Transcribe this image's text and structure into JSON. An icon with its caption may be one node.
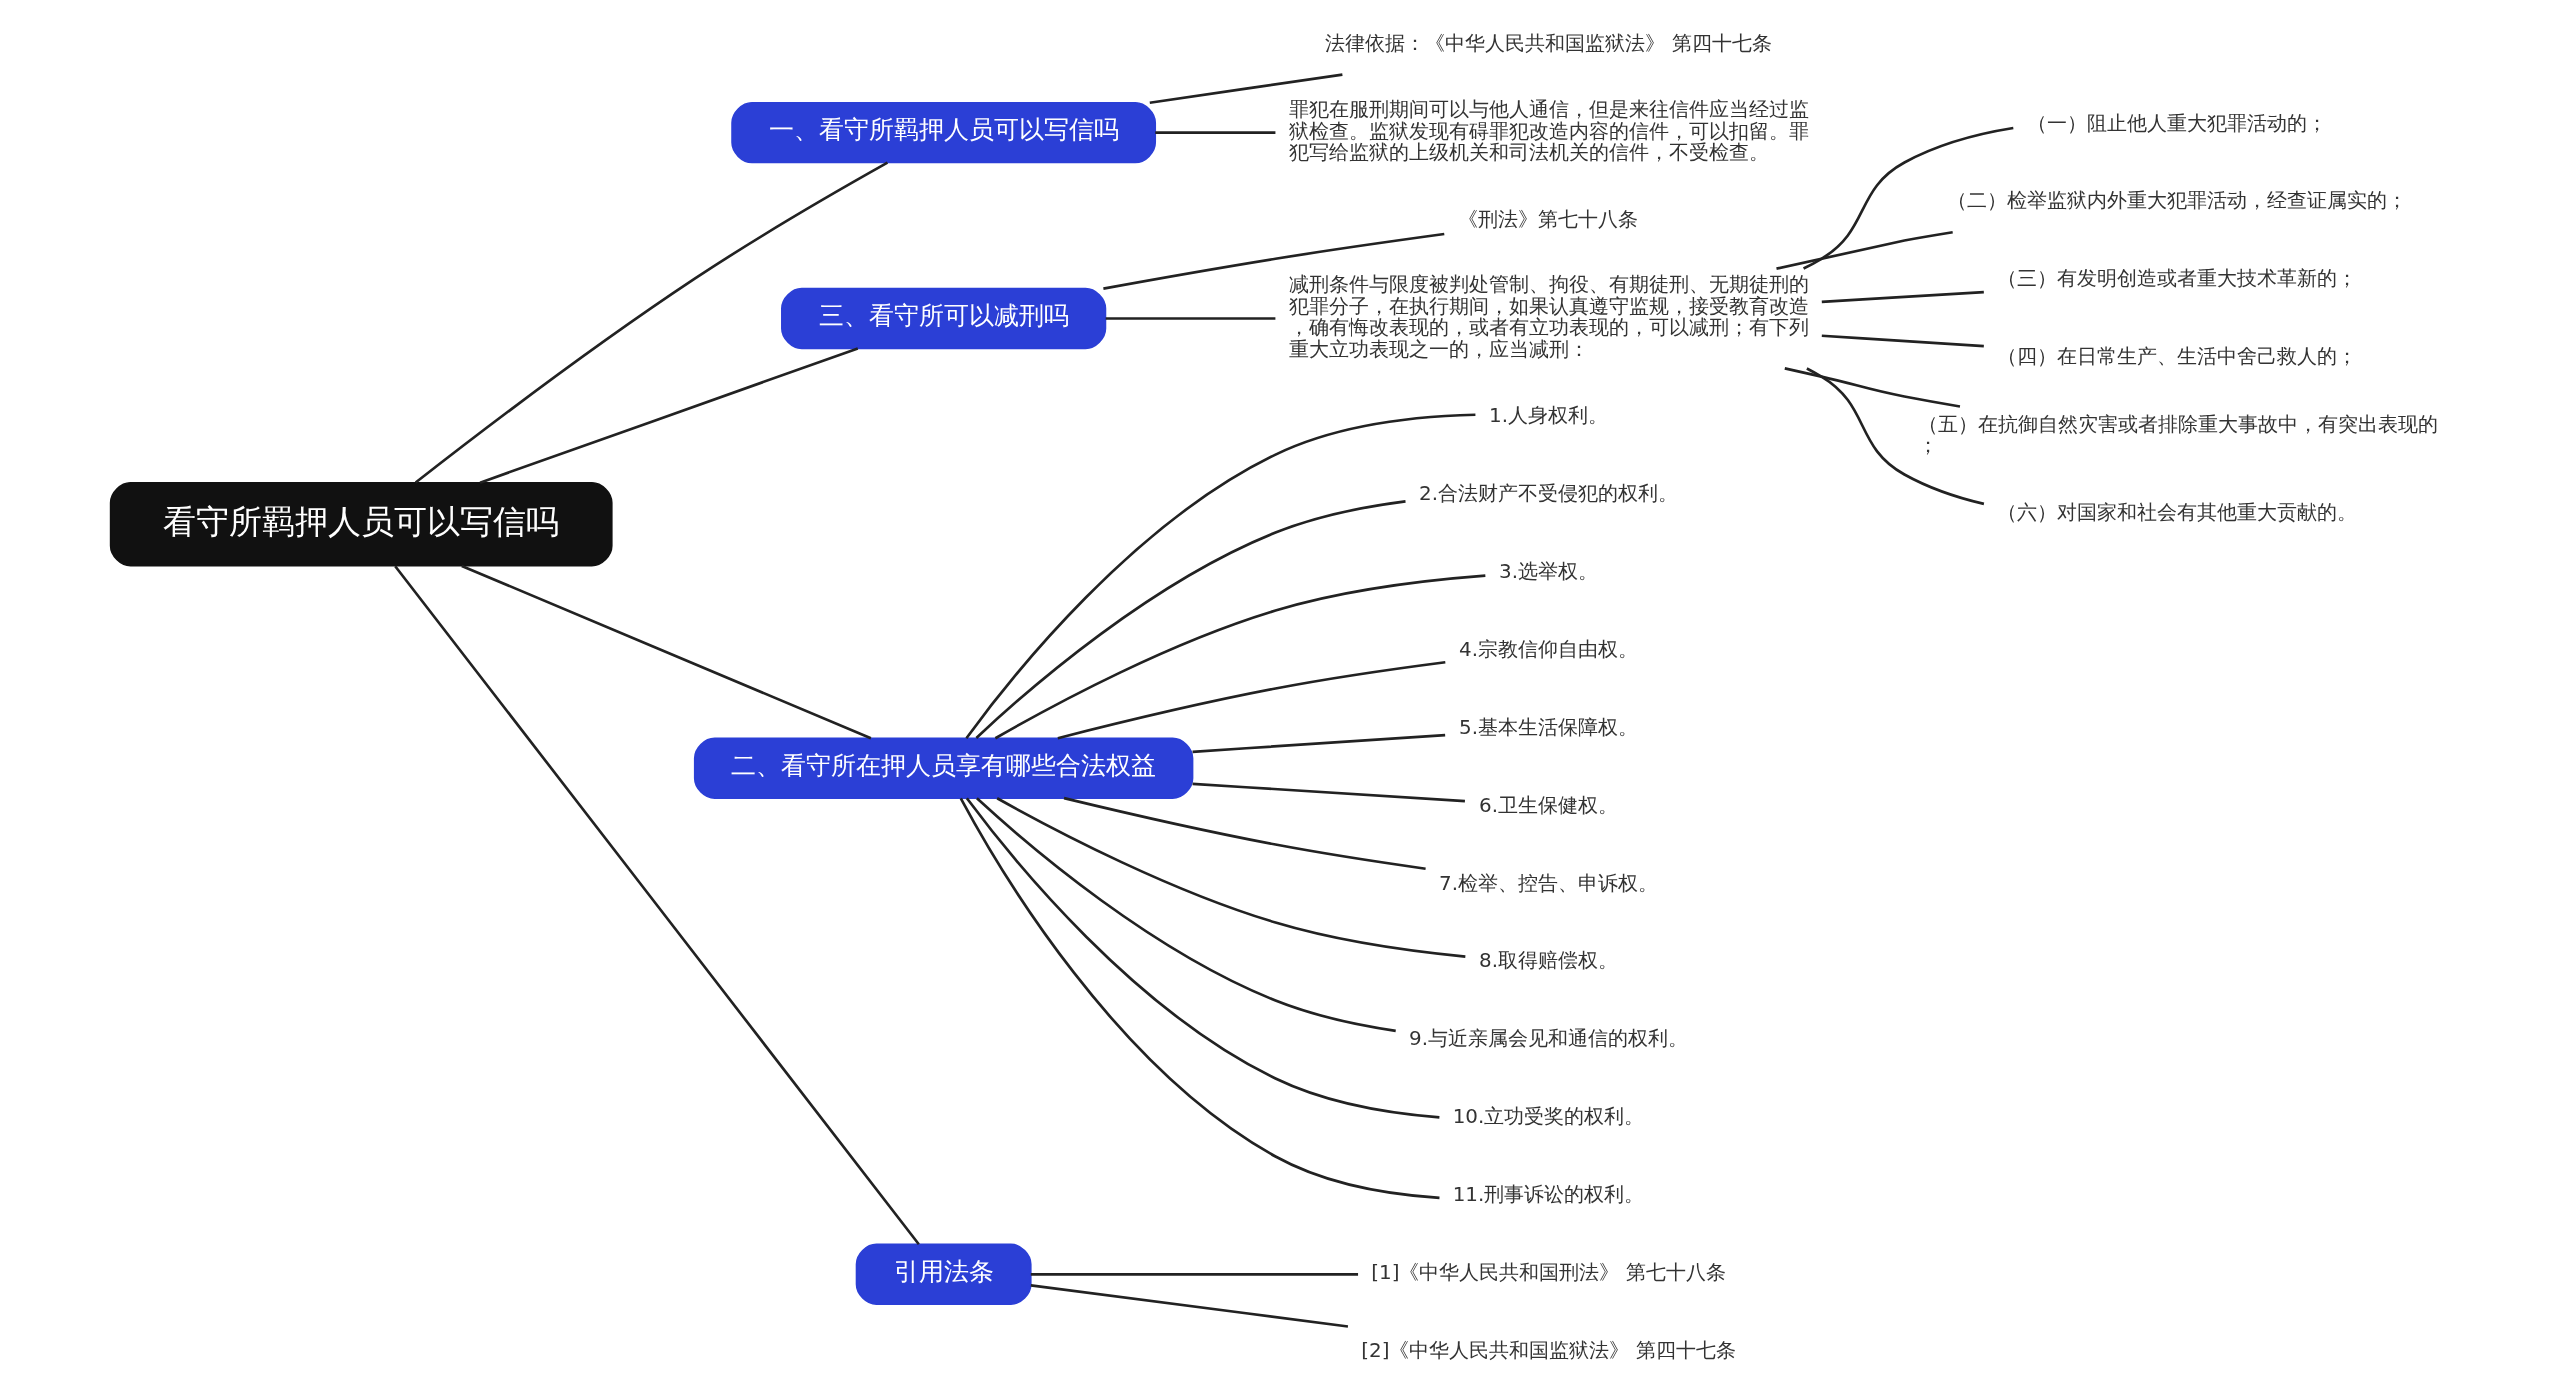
{
  "diagram": {
    "nodes": [
      {
        "text": [
          "看守所羁押人员可以写信吗"
        ]
      },
      {
        "text": [
          "一、看守所羁押人员可以写信吗"
        ]
      },
      {
        "text": [
          "法律依据：《中华人民共和国监狱法》 第四十七条"
        ]
      },
      {
        "text": [
          "罪犯在服刑期间可以与他人通信，但是来往信件应当经过监狱检查。监狱发现有碍罪犯改造内容的信件，可以扣留。罪犯写给监狱的上级机关和司法机关的信件，不受检查。"
        ]
      },
      {
        "text": [
          "三、看守所可以减刑吗"
        ]
      },
      {
        "text": [
          "《刑法》第七十八条"
        ]
      },
      {
        "text": [
          "减刑条件与限度被判处管制、拘役、有期徒刑、无期徒刑的犯罪分子，在执行期间，如果认真遵守监规，接受教育改造，确有悔改表现的，或者有立功表现的，可以减刑；有下列重大立功表现之一的，应当减刑："
        ]
      },
      {
        "text": [
          "（一）阻止他人重大犯罪活动的；"
        ]
      },
      {
        "text": [
          "（二）检举监狱内外重大犯罪活动，经查证属实的；"
        ]
      },
      {
        "text": [
          "（三）有发明创造或者重大技术革新的；"
        ]
      },
      {
        "text": [
          "（四）在日常生产、生活中舍己救人的；"
        ]
      },
      {
        "text": [
          "（五）在抗御自然灾害或者排除重大事故中，有突出表现的；"
        ]
      },
      {
        "text": [
          "（六）对国家和社会有其他重大贡献的。"
        ]
      },
      {
        "text": [
          "二、看守所在押人员享有哪些合法权益"
        ]
      },
      {
        "text": [
          "1.人身权利。"
        ]
      },
      {
        "text": [
          "2.合法财产不受侵犯的权利。"
        ]
      },
      {
        "text": [
          "3.选举权。"
        ]
      },
      {
        "text": [
          "4.宗教信仰自由权。"
        ]
      },
      {
        "text": [
          "5.基本生活保障权。"
        ]
      },
      {
        "text": [
          "6.卫生保健权。"
        ]
      },
      {
        "text": [
          "7.检举、控告、申诉权。"
        ]
      },
      {
        "text": [
          "8.取得赔偿权。"
        ]
      },
      {
        "text": [
          "9.与近亲属会见和通信的权利。"
        ]
      },
      {
        "text": [
          "10.立功受奖的权利。"
        ]
      },
      {
        "text": [
          "11.刑事诉讼的权利。"
        ]
      },
      {
        "text": [
          "引用法条"
        ]
      },
      {
        "text": [
          "[1]《中华人民共和国刑法》 第七十八条"
        ]
      },
      {
        "text": [
          "[2]《中华人民共和国监狱法》 第四十七条"
        ]
      }
    ],
    "edges": [
      {
        "from": 0,
        "to": 1,
        "arrow": "none"
      },
      {
        "from": 1,
        "to": 2,
        "arrow": "none"
      },
      {
        "from": 1,
        "to": 3,
        "arrow": "none"
      },
      {
        "from": 0,
        "to": 4,
        "arrow": "none"
      },
      {
        "from": 4,
        "to": 5,
        "arrow": "none"
      },
      {
        "from": 4,
        "to": 6,
        "arrow": "none"
      },
      {
        "from": 6,
        "to": 7,
        "arrow": "none"
      },
      {
        "from": 6,
        "to": 8,
        "arrow": "none"
      },
      {
        "from": 6,
        "to": 9,
        "arrow": "none"
      },
      {
        "from": 6,
        "to": 10,
        "arrow": "none"
      },
      {
        "from": 6,
        "to": 11,
        "arrow": "none"
      },
      {
        "from": 6,
        "to": 12,
        "arrow": "none"
      },
      {
        "from": 0,
        "to": 13,
        "arrow": "none"
      },
      {
        "from": 13,
        "to": 14,
        "arrow": "none"
      },
      {
        "from": 13,
        "to": 15,
        "arrow": "none"
      },
      {
        "from": 13,
        "to": 16,
        "arrow": "none"
      },
      {
        "from": 13,
        "to": 17,
        "arrow": "none"
      },
      {
        "from": 13,
        "to": 18,
        "arrow": "none"
      },
      {
        "from": 13,
        "to": 19,
        "arrow": "none"
      },
      {
        "from": 13,
        "to": 20,
        "arrow": "none"
      },
      {
        "from": 13,
        "to": 21,
        "arrow": "none"
      },
      {
        "from": 13,
        "to": 22,
        "arrow": "none"
      },
      {
        "from": 13,
        "to": 23,
        "arrow": "none"
      },
      {
        "from": 13,
        "to": 24,
        "arrow": "none"
      },
      {
        "from": 0,
        "to": 25,
        "arrow": "none"
      },
      {
        "from": 25,
        "to": 26,
        "arrow": "none"
      },
      {
        "from": 25,
        "to": 27,
        "arrow": "none"
      }
    ]
  }
}
